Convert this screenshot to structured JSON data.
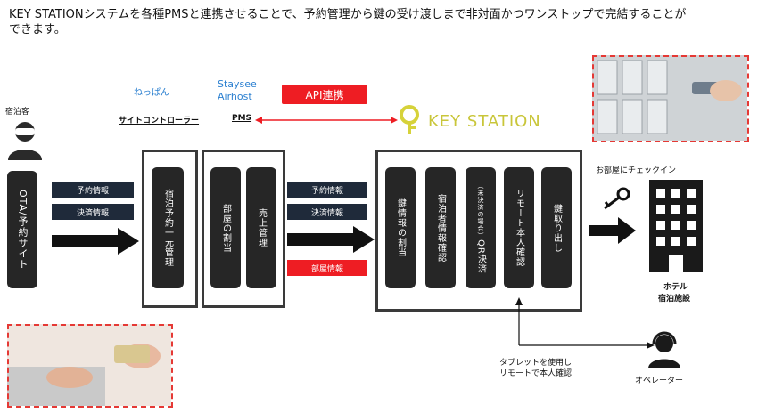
{
  "headline": "KEY STATIONシステムを各種PMSと連携させることで、予約管理から鍵の受け渡しまで非対面かつワンストップで完結することができます。",
  "guest_label": "宿泊客",
  "ota_label": "OTA/予約サイト",
  "nepan": "ねっぱん",
  "staysee": "Staysee",
  "airhost": "Airhost",
  "site_controller": "サイトコントローラー",
  "pms": "PMS",
  "api_badge": "API連携",
  "key_station_logo": "KEY STATION",
  "info_left": [
    "予約情報",
    "決済情報"
  ],
  "info_mid": [
    "予約情報",
    "決済情報"
  ],
  "room_info": "部屋情報",
  "site_pill": "宿泊予約一元管理",
  "pms_pills": [
    "部屋の割当",
    "売上管理"
  ],
  "ks_pills": [
    "鍵情報の割当",
    "宿泊者情報確認",
    "QR決済",
    "リモート本人確認",
    "鍵取り出し"
  ],
  "qr_note": "（未決済の場合）",
  "checkin": "お部屋にチェックイン",
  "hotel": "ホテル",
  "facility": "宿泊施設",
  "tablet_note": "タブレットを使用し\nリモートで本人確認",
  "operator": "オペレーター",
  "colors": {
    "accent_red": "#ee1d23",
    "box_dark": "#262626",
    "nav_dark": "#1f2a3a",
    "logo_yellow": "#d6d23a"
  }
}
